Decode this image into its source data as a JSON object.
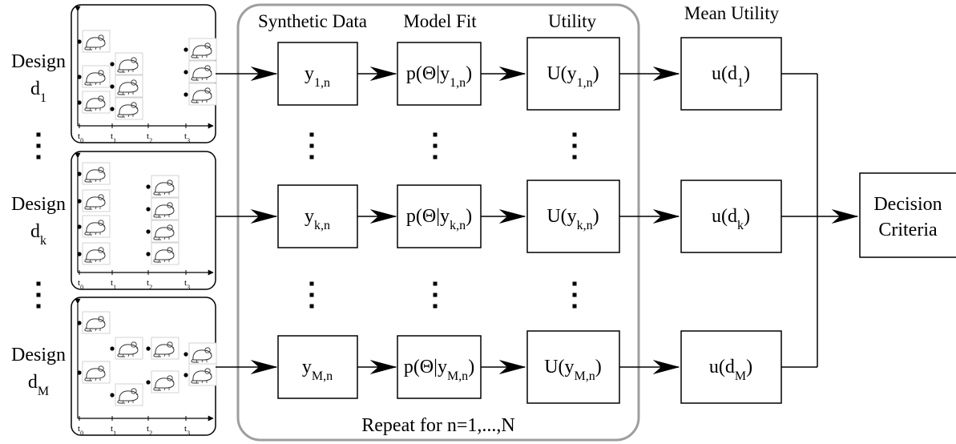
{
  "headers": {
    "synthetic_data": "Synthetic Data",
    "model_fit": "Model Fit",
    "utility": "Utility",
    "mean_utility": "Mean Utility"
  },
  "repeat_label": "Repeat for n=1,...,N",
  "decision": {
    "line1": "Decision",
    "line2": "Criteria"
  },
  "vertical_dots": "⋮",
  "icon": "mouse-icon",
  "designs": [
    {
      "title": "Design",
      "d_base": "d",
      "d_sub": "1",
      "data": {
        "base": "y",
        "sub": "1,n"
      },
      "fit": {
        "pre": "p(Θ|y",
        "sub": "1,n",
        "post": ")"
      },
      "util": {
        "pre": "U(y",
        "sub": "1,n",
        "post": ")"
      },
      "mean": {
        "pre": "u(d",
        "sub": "1",
        "post": ")"
      },
      "ticks": [
        {
          "base": "t",
          "sub": "0"
        },
        {
          "base": "t",
          "sub": "1"
        },
        {
          "base": "t",
          "sub": "2"
        },
        {
          "base": "t",
          "sub": "3"
        }
      ]
    },
    {
      "title": "Design",
      "d_base": "d",
      "d_sub": "k",
      "data": {
        "base": "y",
        "sub": "k,n"
      },
      "fit": {
        "pre": "p(Θ|y",
        "sub": "k,n",
        "post": ")"
      },
      "util": {
        "pre": "U(y",
        "sub": "k,n",
        "post": ")"
      },
      "mean": {
        "pre": "u(d",
        "sub": "k",
        "post": ")"
      },
      "ticks": [
        {
          "base": "t",
          "sub": "0"
        },
        {
          "base": "t",
          "sub": "1"
        },
        {
          "base": "t",
          "sub": "2"
        },
        {
          "base": "t",
          "sub": "3"
        }
      ]
    },
    {
      "title": "Design",
      "d_base": "d",
      "d_sub": "M",
      "data": {
        "base": "y",
        "sub": "M,n"
      },
      "fit": {
        "pre": "p(Θ|y",
        "sub": "M,n",
        "post": ")"
      },
      "util": {
        "pre": "U(y",
        "sub": "M,n",
        "post": ")"
      },
      "mean": {
        "pre": "u(d",
        "sub": "M",
        "post": ")"
      },
      "ticks": [
        {
          "base": "t",
          "sub": "0"
        },
        {
          "base": "t",
          "sub": "1"
        },
        {
          "base": "t",
          "sub": "2"
        },
        {
          "base": "t",
          "sub": "3"
        }
      ]
    }
  ]
}
